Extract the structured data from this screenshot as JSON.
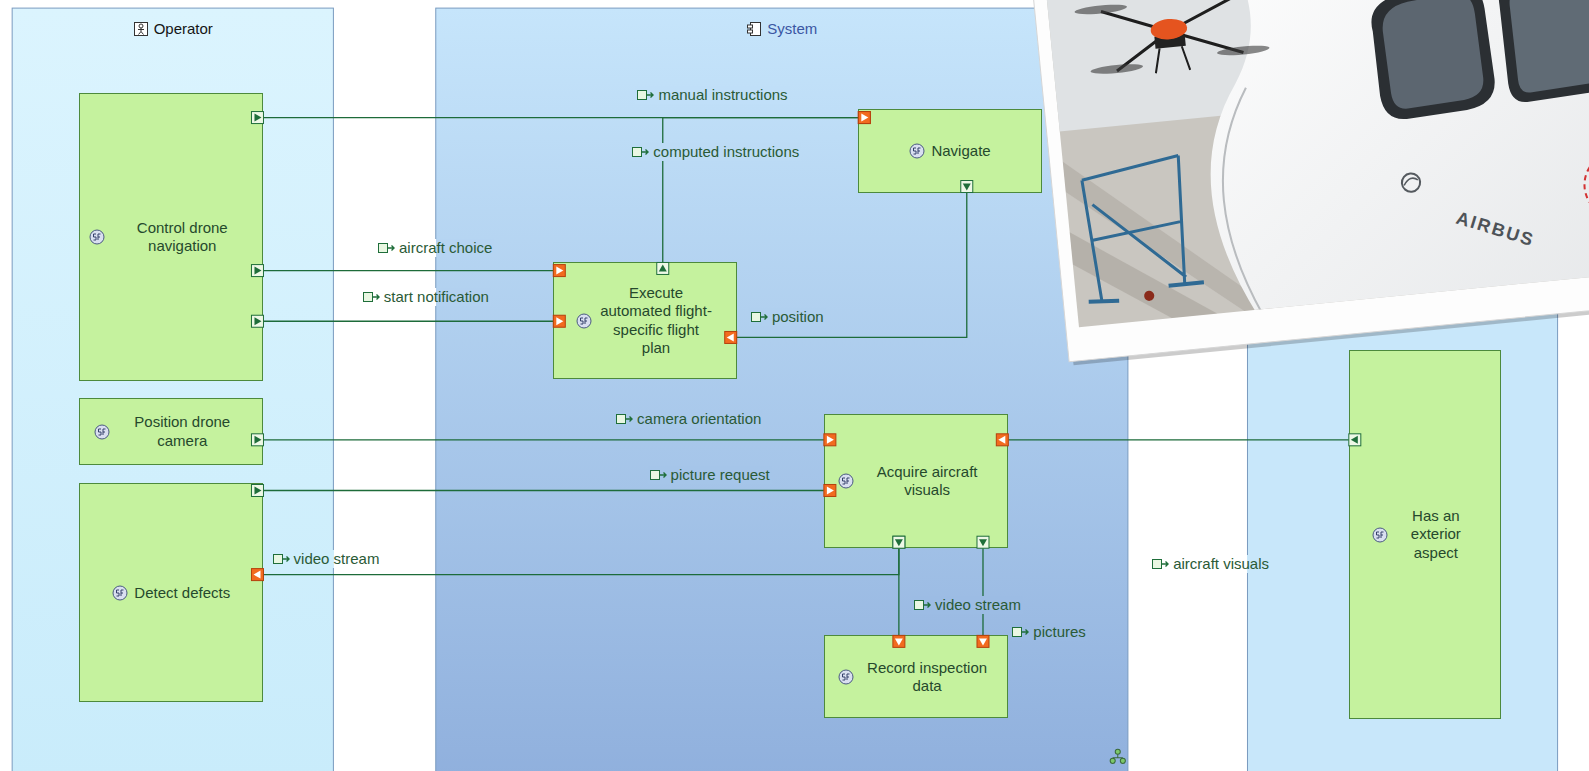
{
  "diagram": {
    "nodes": [
      {
        "text": [
          "Operator"
        ]
      },
      {
        "text": [
          "Control drone navigation"
        ],
        "in": 0
      },
      {
        "text": [
          "Position drone camera"
        ],
        "in": 0
      },
      {
        "text": [
          "Detect defects"
        ],
        "in": 0
      },
      {
        "text": [
          "System"
        ]
      },
      {
        "text": [
          "Navigate"
        ],
        "in": 4
      },
      {
        "text": [
          "Execute automated flight-specific flight plan"
        ],
        "in": 4
      },
      {
        "text": [
          "Acquire aircraft visuals"
        ],
        "in": 4
      },
      {
        "text": [
          "Record inspection data"
        ],
        "in": 4
      },
      {
        "text": [
          "Has an exterior aspect"
        ]
      }
    ],
    "edges": [
      {
        "from": 1,
        "to": 5,
        "arrow": "to",
        "label": "manual instructions"
      },
      {
        "from": 6,
        "to": 5,
        "arrow": "to",
        "label": "computed instructions"
      },
      {
        "from": 1,
        "to": 6,
        "arrow": "to",
        "label": "aircraft choice"
      },
      {
        "from": 1,
        "to": 6,
        "arrow": "to",
        "label": "start notification"
      },
      {
        "from": 5,
        "to": 6,
        "arrow": "to",
        "label": "position"
      },
      {
        "from": 2,
        "to": 7,
        "arrow": "to",
        "label": "camera orientation"
      },
      {
        "from": 3,
        "to": 7,
        "arrow": "to",
        "label": "picture request"
      },
      {
        "from": 7,
        "to": 3,
        "arrow": "to",
        "label": "video stream"
      },
      {
        "from": 7,
        "to": 8,
        "arrow": "to",
        "label": "video stream"
      },
      {
        "from": 7,
        "to": 8,
        "arrow": "to",
        "label": "pictures"
      },
      {
        "from": 9,
        "to": 7,
        "arrow": "to",
        "label": "aircraft visuals"
      }
    ],
    "labels": [
      "AIRBUS"
    ]
  }
}
